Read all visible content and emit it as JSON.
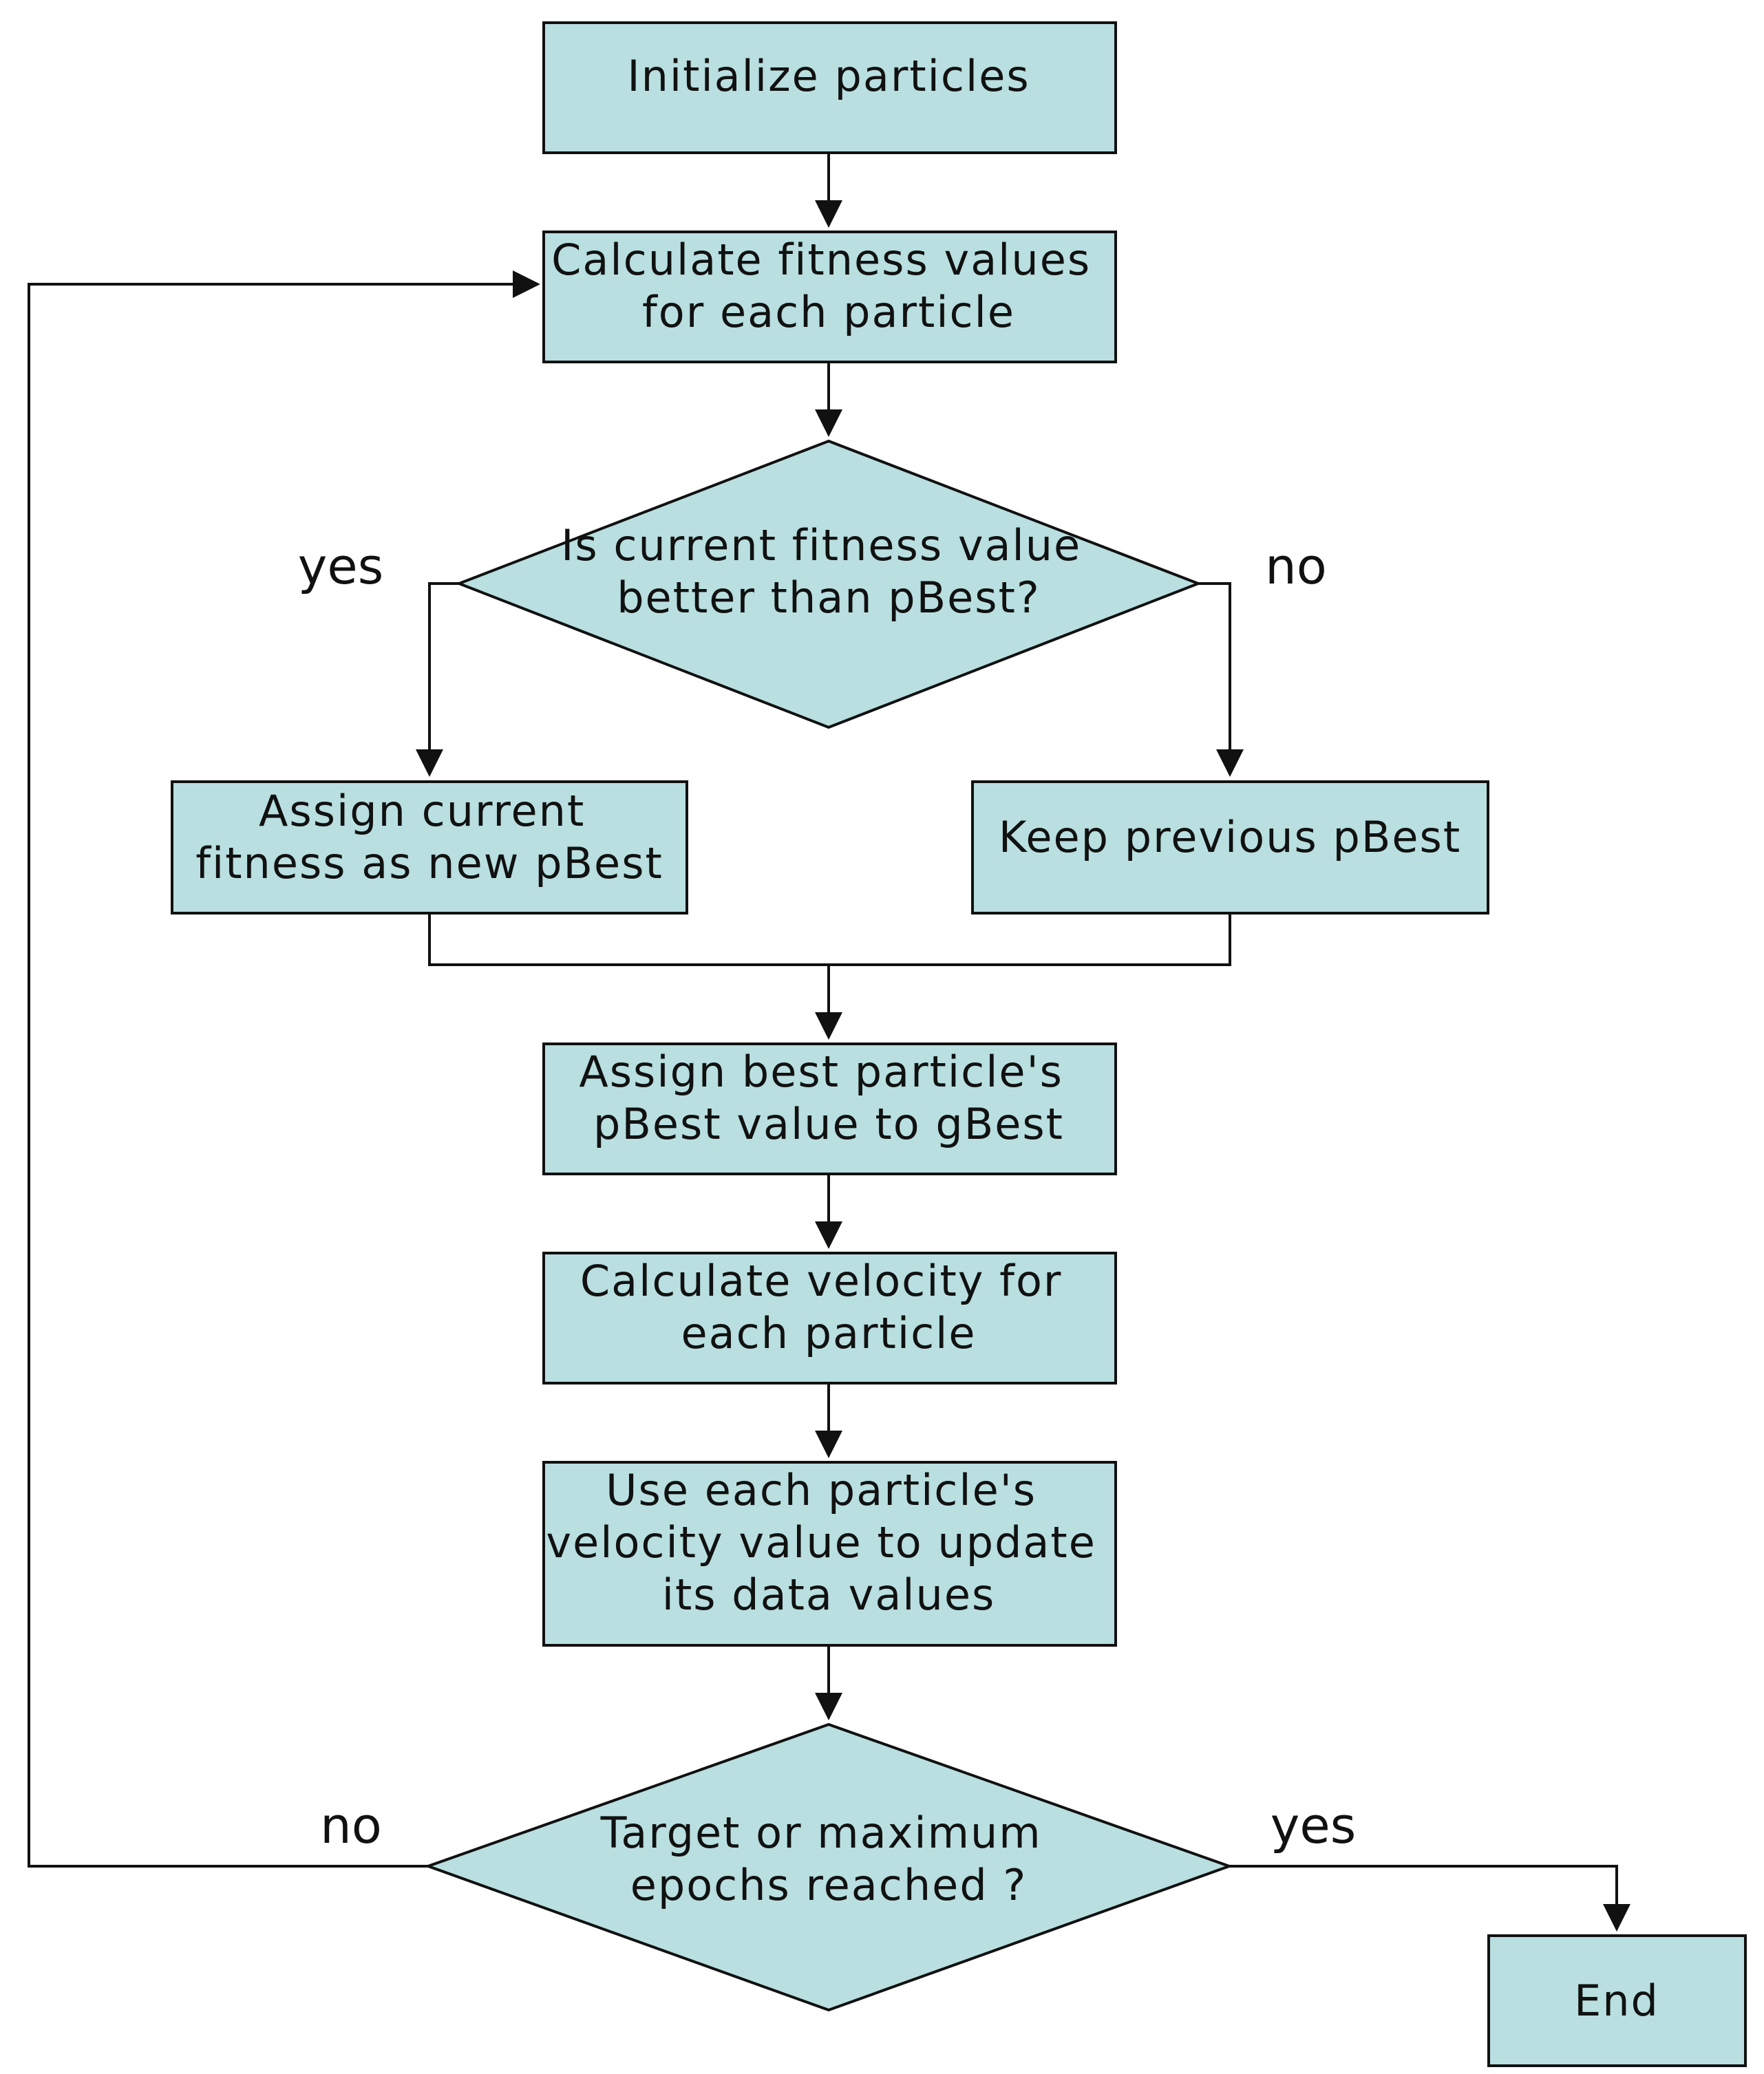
{
  "colors": {
    "node_fill": "#b9dfe0",
    "stroke": "#111111",
    "text": "#111111",
    "background": "#ffffff"
  },
  "nodes": {
    "initialize": {
      "lines": [
        "Initialize particles"
      ]
    },
    "calc_fitness": {
      "lines": [
        "Calculate fitness values",
        "for each particle"
      ]
    },
    "decision_pbest": {
      "lines": [
        "Is current fitness value",
        "better than pBest?"
      ]
    },
    "assign_pbest": {
      "lines": [
        "Assign current",
        "fitness as new pBest"
      ]
    },
    "keep_pbest": {
      "lines": [
        "Keep previous pBest"
      ]
    },
    "assign_gbest": {
      "lines": [
        "Assign best particle's",
        "pBest value to gBest"
      ]
    },
    "calc_velocity": {
      "lines": [
        "Calculate velocity for",
        "each particle"
      ]
    },
    "update_values": {
      "lines": [
        "Use each particle's",
        "velocity value to update",
        "its data values"
      ]
    },
    "decision_target": {
      "lines": [
        "Target or maximum",
        "epochs reached ?"
      ]
    },
    "end": {
      "lines": [
        "End"
      ]
    }
  },
  "edge_labels": {
    "pbest_yes": "yes",
    "pbest_no": "no",
    "target_no": "no",
    "target_yes": "yes"
  }
}
